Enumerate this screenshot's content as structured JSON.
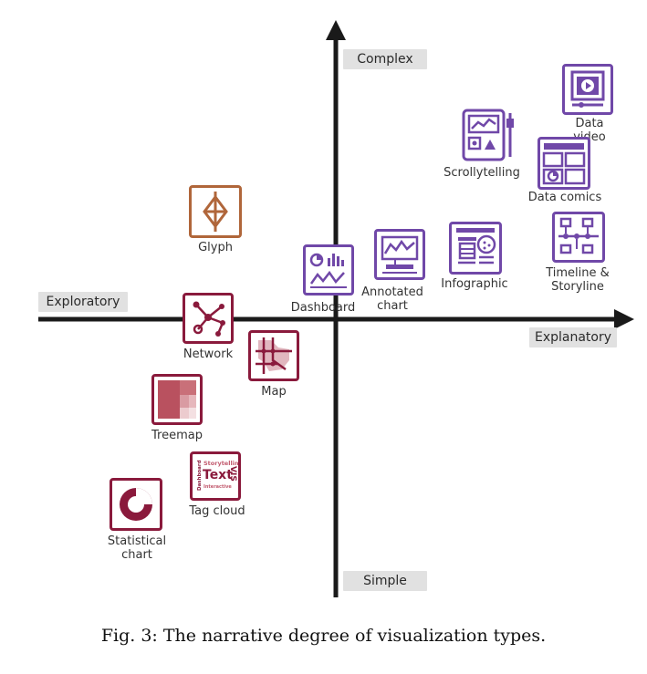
{
  "axes": {
    "top": "Complex",
    "bottom": "Simple",
    "left": "Exploratory",
    "right": "Explanatory"
  },
  "items": {
    "data_video": "Data video",
    "scrollytelling": "Scrollytelling",
    "data_comics": "Data comics",
    "glyph": "Glyph",
    "timeline": "Timeline &\nStoryline",
    "infographic": "Infographic",
    "annotated_chart": "Annotated\nchart",
    "dashboard": "Dashboard",
    "network": "Network",
    "map": "Map",
    "treemap": "Treemap",
    "tag_cloud": "Tag cloud",
    "statistical_chart": "Statistical\nchart"
  },
  "tag_cloud_words": {
    "storytelling": "Storytelling",
    "text": "Text",
    "vis": "VIS",
    "dashboard": "Dashboard",
    "interactive": "Interactive"
  },
  "caption": "Fig. 3: The narrative degree of visualization types.",
  "colors": {
    "purple": "#7048a8",
    "maroon": "#8a1a3c",
    "brown": "#b0663a",
    "axis": "#1a1a1a",
    "label_bg": "#e1e1e1"
  }
}
